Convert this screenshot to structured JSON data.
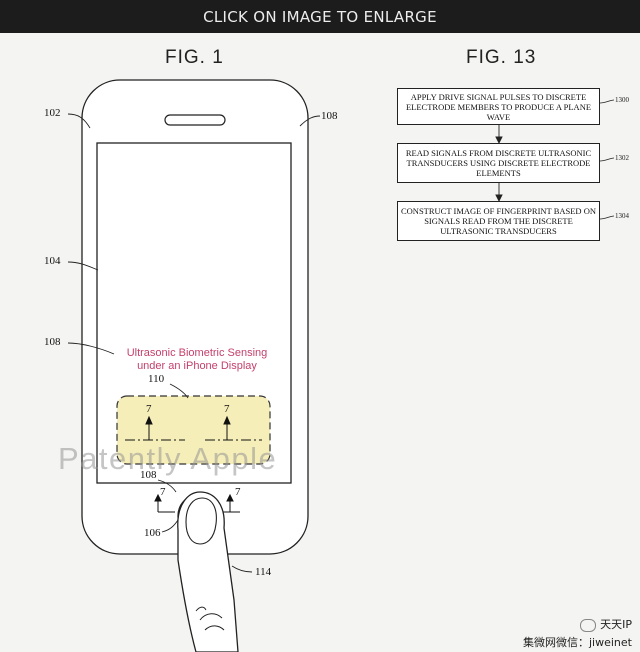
{
  "banner": "CLICK ON IMAGE TO ENLARGE",
  "fig1": {
    "title": "FIG. 1",
    "refs": {
      "r102": "102",
      "r108_top": "108",
      "r104": "104",
      "r108_mid": "108",
      "r110": "110",
      "r108_btn": "108",
      "r106": "106",
      "r114": "114"
    },
    "section_marks": [
      "7",
      "7",
      "7",
      "7"
    ],
    "caption_line1": "Ultrasonic Biometric Sensing",
    "caption_line2": "under an iPhone Display",
    "sensor_color": "#f6eeb8"
  },
  "fig13": {
    "title": "FIG. 13",
    "steps": [
      {
        "text": "APPLY DRIVE SIGNAL PULSES TO DISCRETE ELECTRODE MEMBERS TO PRODUCE A PLANE WAVE",
        "ref": "1300"
      },
      {
        "text": "READ SIGNALS FROM DISCRETE ULTRASONIC TRANSDUCERS USING DISCRETE ELECTRODE ELEMENTS",
        "ref": "1302"
      },
      {
        "text": "CONSTRUCT IMAGE OF FINGERPRINT BASED ON SIGNALS READ FROM THE DISCRETE ULTRASONIC TRANSDUCERS",
        "ref": "1304"
      }
    ]
  },
  "watermark": "Patently Apple",
  "wechat": {
    "name": "天天IP",
    "line2": "集微网微信：jiweinet"
  }
}
